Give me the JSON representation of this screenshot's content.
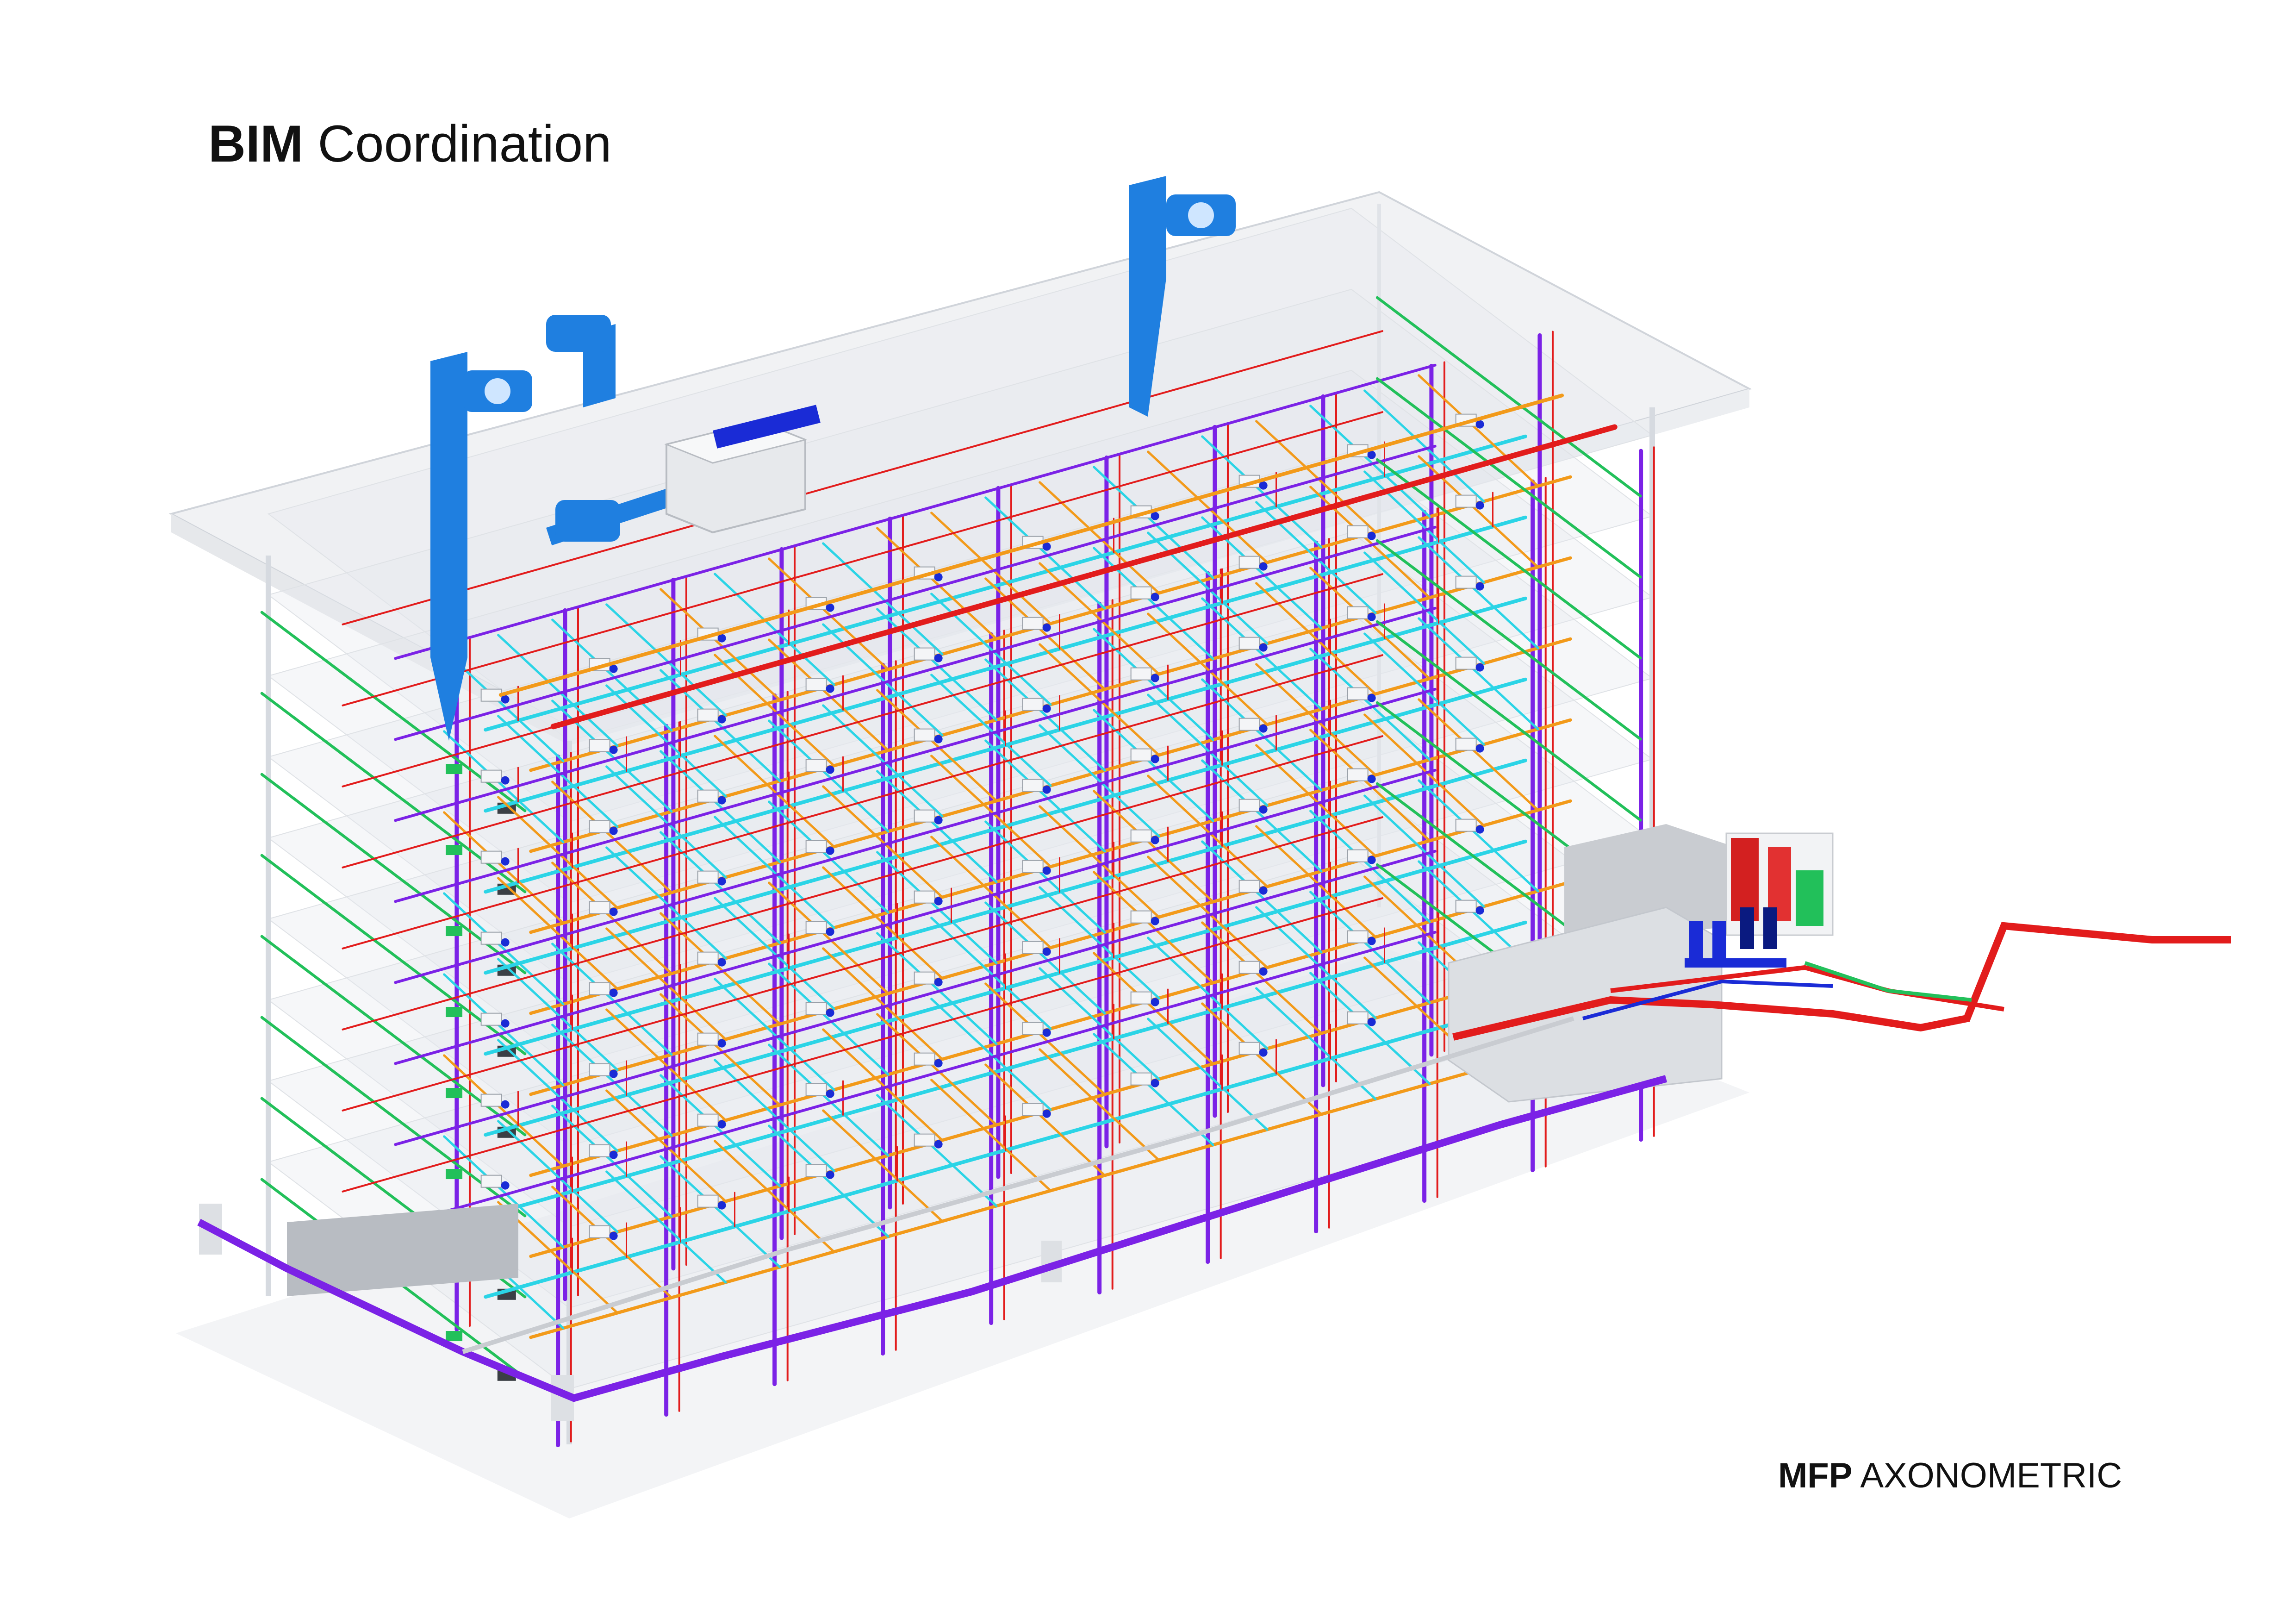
{
  "header": {
    "title_bold": "BIM",
    "title_rest": " Coordination"
  },
  "footer": {
    "label_bold": "MFP",
    "label_rest": " AXONOMETRIC"
  },
  "colors": {
    "background": "#ffffff",
    "structure": "#d4d8de",
    "hvac_duct": "#1f7fe0",
    "sanitary_pipe": "#7b22e6",
    "fire_pipe": "#e21c1c",
    "chilled_water": "#2bd4e6",
    "hot_water": "#f29a1a",
    "condensate": "#22c05a",
    "domestic_water": "#1a2bd6",
    "ahu_unit": "#e7e9ec"
  },
  "icons": [
    "hvac-fan-icon",
    "ahu-unit-icon",
    "pump-icon",
    "fan-coil-icon"
  ]
}
